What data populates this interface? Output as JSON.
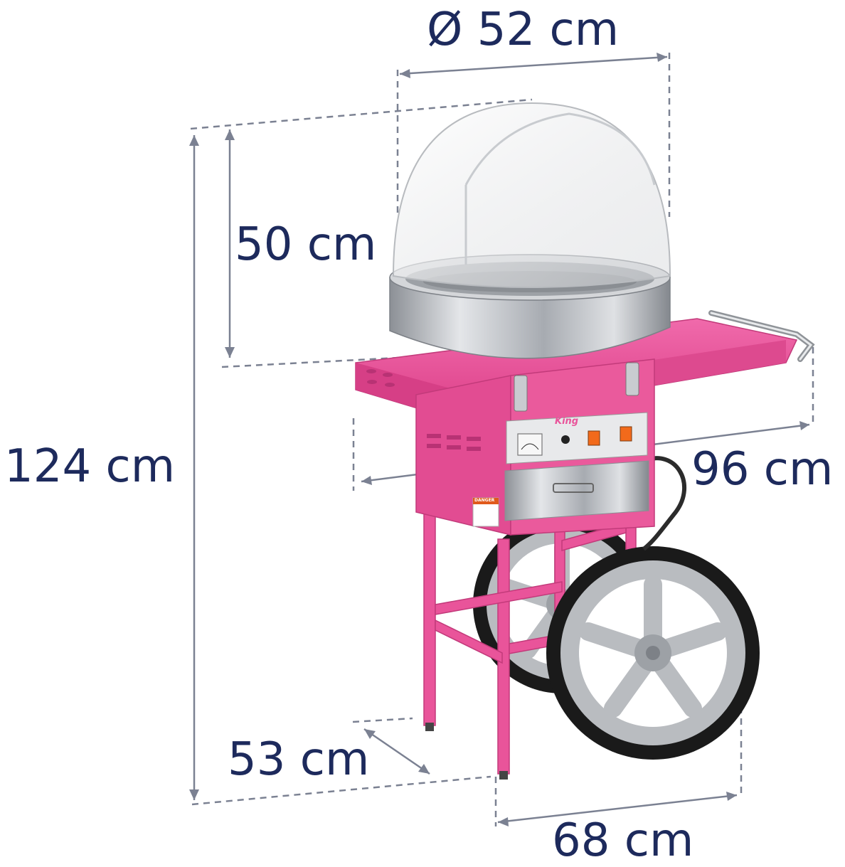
{
  "dimensions": {
    "diameter": "Ø 52 cm",
    "dome_height": "50 cm",
    "total_height": "124 cm",
    "width": "96 cm",
    "depth": "53 cm",
    "wheel_width": "68 cm"
  },
  "machine": {
    "brand": "King",
    "warning_label": "DANGER"
  },
  "colors": {
    "cart_pink": "#e9549a",
    "dimension_line": "#7b8192",
    "dimension_text": "#1d2a5c",
    "steel": "#c4c7cc",
    "tire": "#1a1a1a",
    "rim": "#b9bcc0"
  }
}
